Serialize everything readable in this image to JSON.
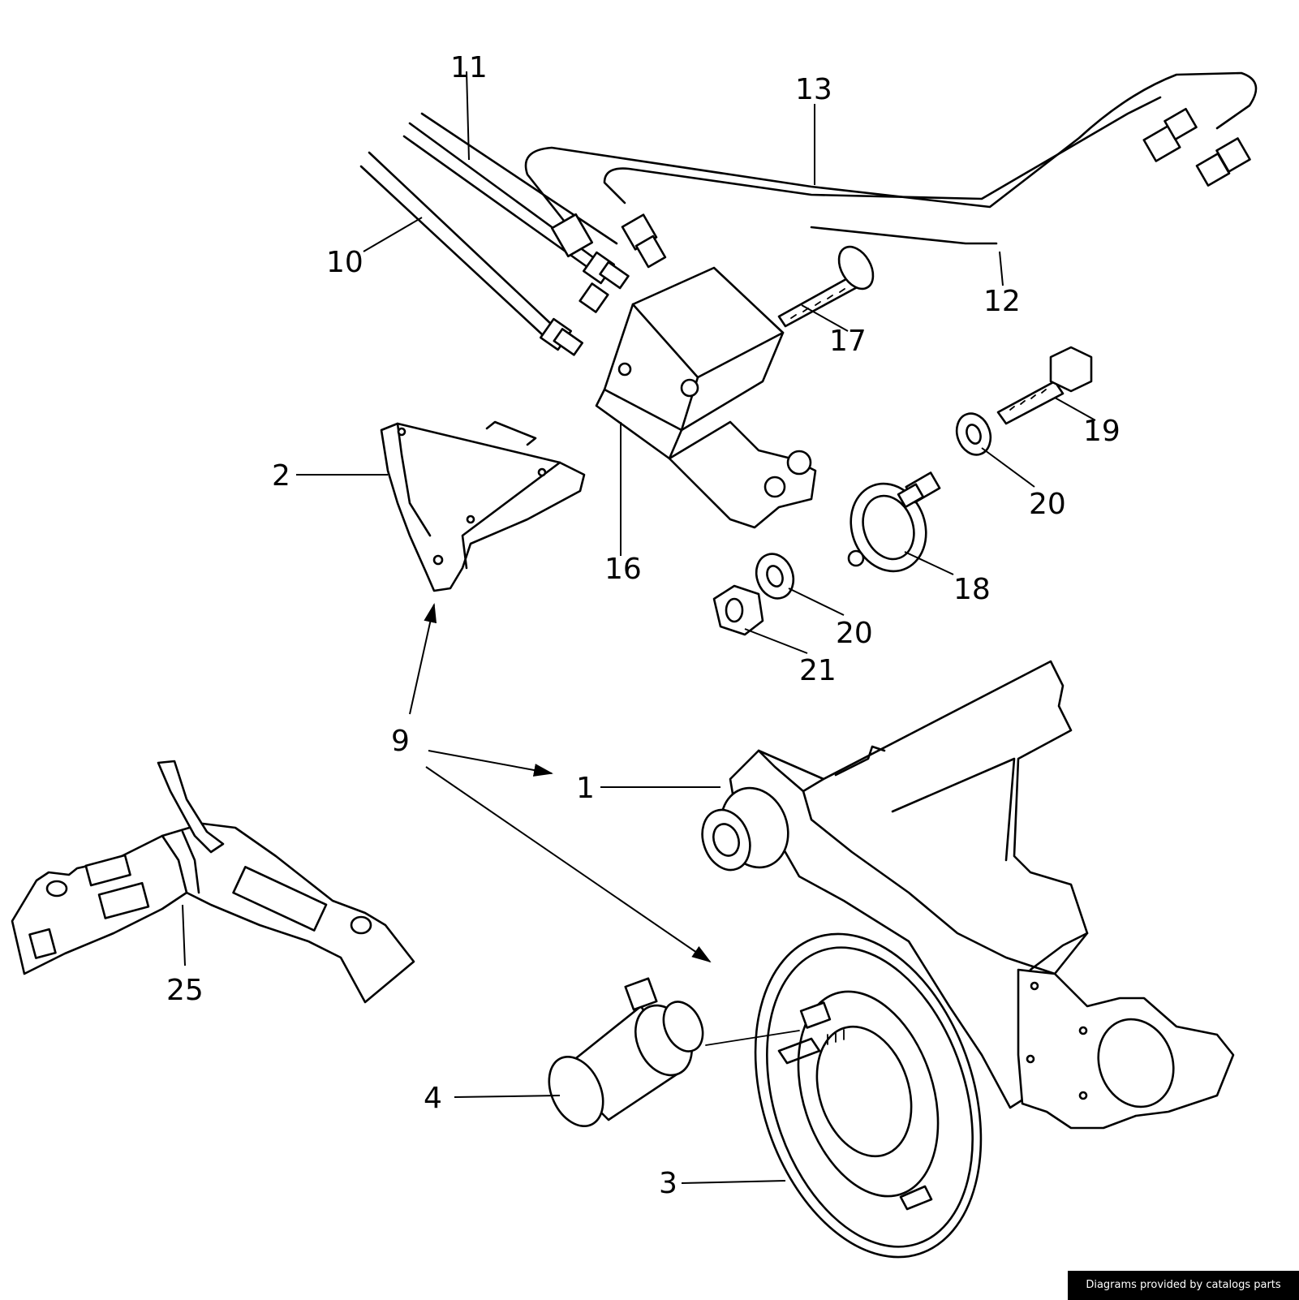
{
  "callouts": {
    "c1": "1",
    "c2": "2",
    "c3": "3",
    "c4": "4",
    "c9": "9",
    "c10": "10",
    "c11": "11",
    "c12": "12",
    "c13": "13",
    "c16": "16",
    "c17": "17",
    "c18": "18",
    "c19": "19",
    "c20a": "20",
    "c20b": "20",
    "c21": "21",
    "c25": "25"
  },
  "footer": {
    "credit": "Diagrams provided by catalogs parts"
  }
}
